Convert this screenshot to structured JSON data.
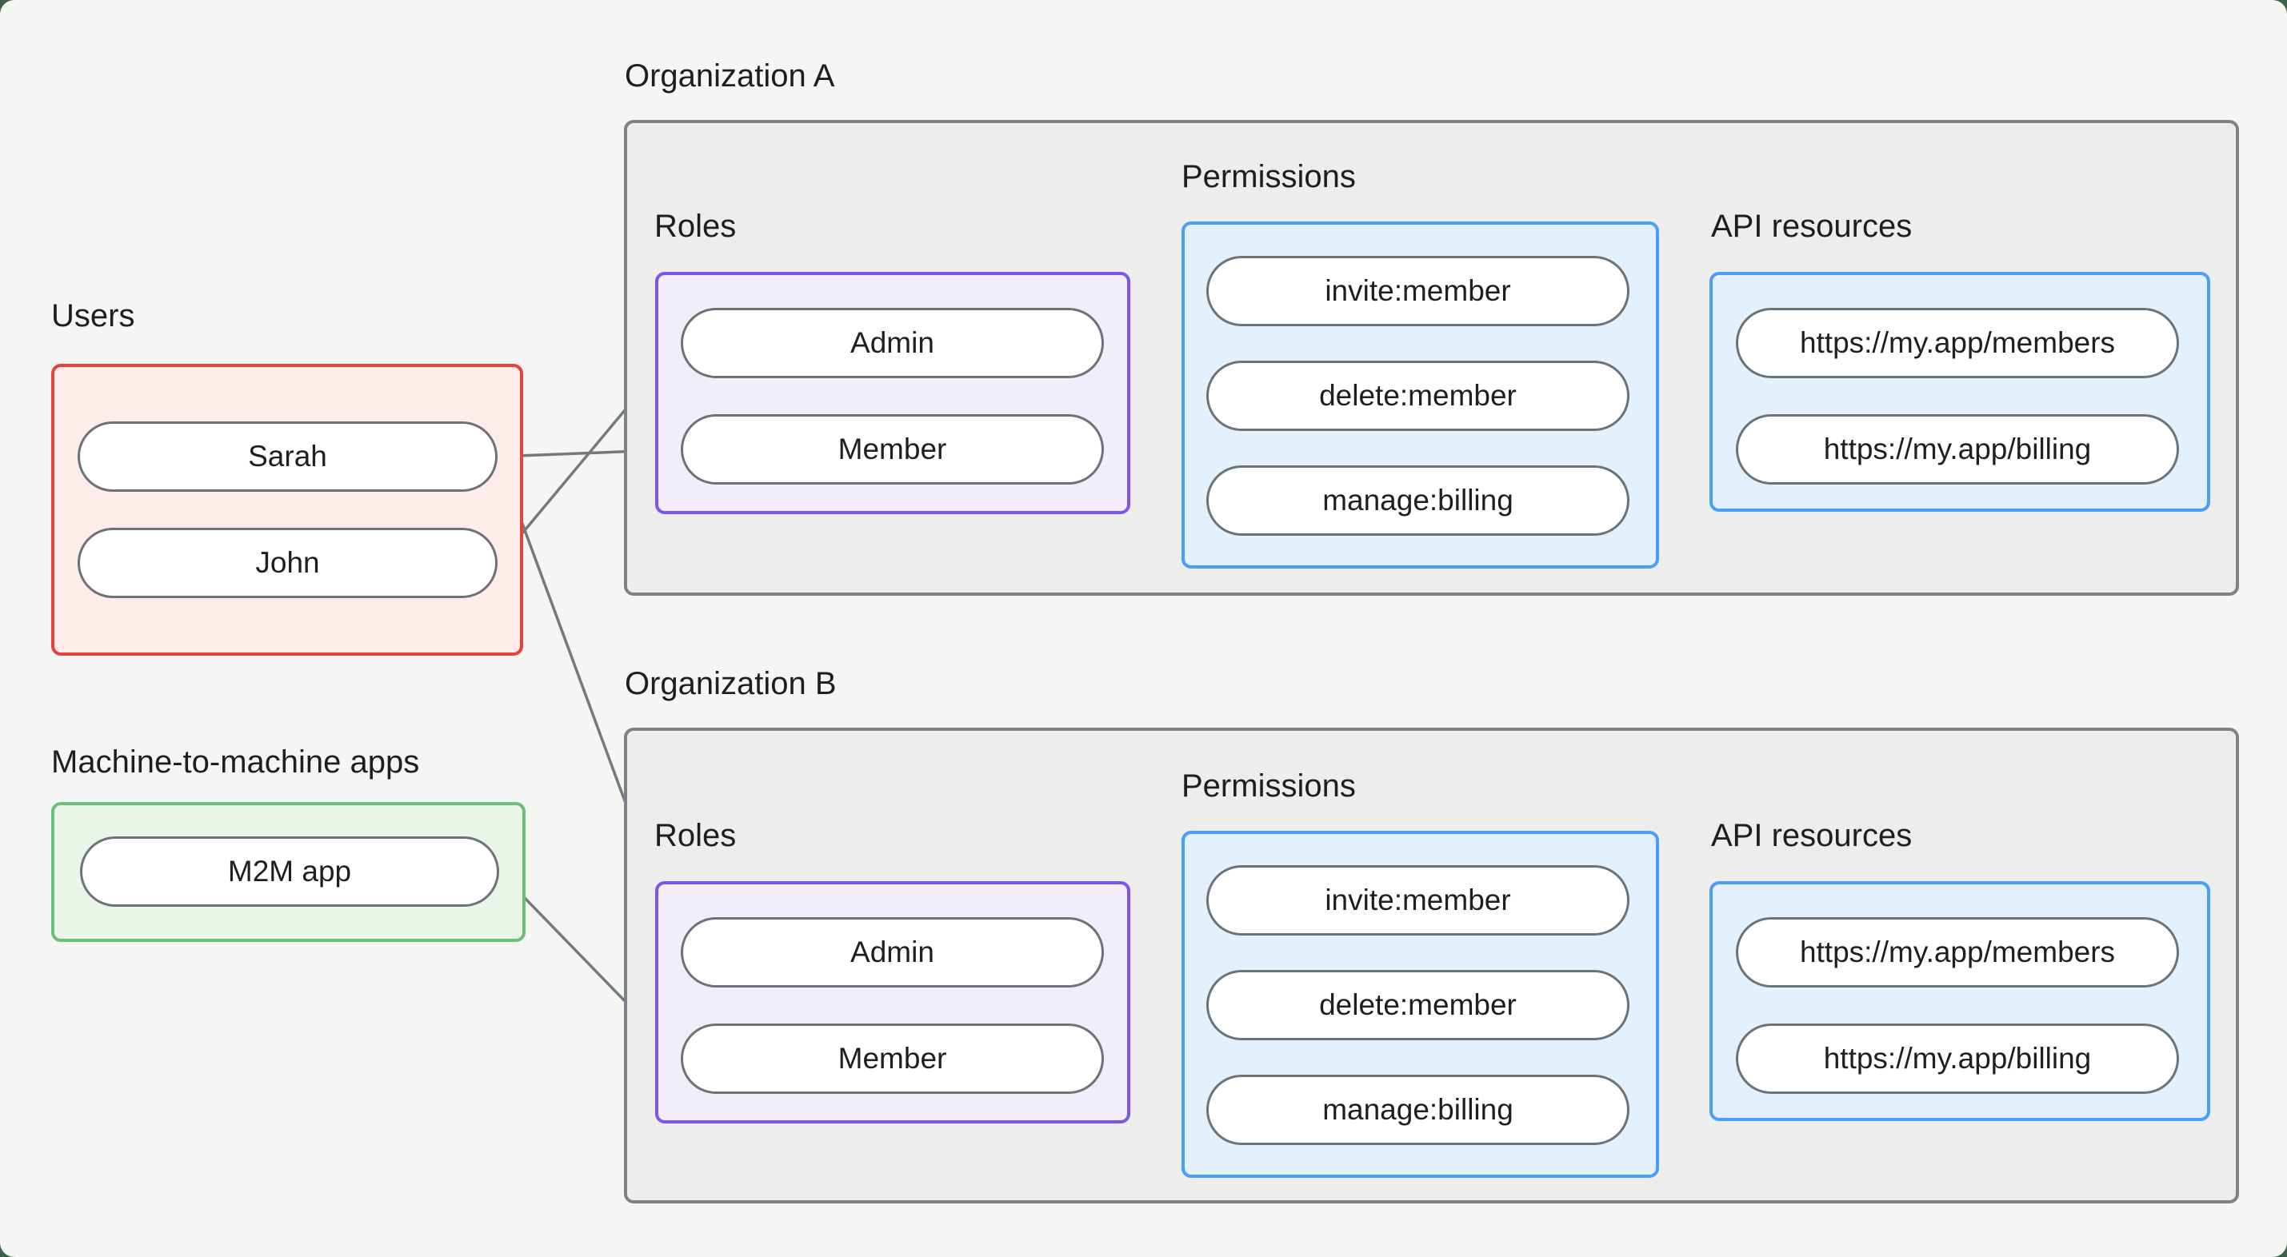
{
  "colors": {
    "outer_background": "#3f6250",
    "canvas_background": "#f5f6f4",
    "org_fill": "#ededec",
    "org_border": "#7d8286",
    "users_fill": "#fdecea",
    "users_border": "#e5433a",
    "m2m_fill": "#eaf5e9",
    "m2m_border": "#6cbf78",
    "roles_fill": "#f2edfb",
    "roles_border": "#7c55f0",
    "permissions_fill": "#e3f0fd",
    "permissions_border": "#4a9df8",
    "node_fill": "#ffffff",
    "node_border": "#6d7276",
    "edge_color": "#74797d",
    "text_color": "#1b1f22"
  },
  "users_section": {
    "label": "Users",
    "items": [
      {
        "label": "Sarah"
      },
      {
        "label": "John"
      }
    ]
  },
  "m2m_section": {
    "label": "Machine-to-machine apps",
    "items": [
      {
        "label": "M2M app"
      }
    ]
  },
  "organizations": [
    {
      "label": "Organization A",
      "roles": {
        "label": "Roles",
        "items": [
          {
            "label": "Admin"
          },
          {
            "label": "Member"
          }
        ]
      },
      "permissions": {
        "label": "Permissions",
        "items": [
          {
            "label": "invite:member"
          },
          {
            "label": "delete:member"
          },
          {
            "label": "manage:billing"
          }
        ]
      },
      "api_resources": {
        "label": "API resources",
        "items": [
          {
            "label": "https://my.app/members"
          },
          {
            "label": "https://my.app/billing"
          }
        ]
      }
    },
    {
      "label": "Organization B",
      "roles": {
        "label": "Roles",
        "items": [
          {
            "label": "Admin"
          },
          {
            "label": "Member"
          }
        ]
      },
      "permissions": {
        "label": "Permissions",
        "items": [
          {
            "label": "invite:member"
          },
          {
            "label": "delete:member"
          },
          {
            "label": "manage:billing"
          }
        ]
      },
      "api_resources": {
        "label": "API resources",
        "items": [
          {
            "label": "https://my.app/members"
          },
          {
            "label": "https://my.app/billing"
          }
        ]
      }
    }
  ],
  "connections": [
    {
      "from": "user-sarah",
      "to": "org-a-role-member"
    },
    {
      "from": "user-john",
      "to": "org-a-role-admin"
    },
    {
      "from": "user-sarah",
      "to": "org-b-role-admin"
    },
    {
      "from": "m2m-app",
      "to": "org-b-role-member"
    },
    {
      "from": "org-a-role-admin",
      "to": "org-a-permission-invite-member"
    },
    {
      "from": "org-a-role-admin",
      "to": "org-a-permission-delete-member"
    },
    {
      "from": "org-a-role-member",
      "to": "org-a-permission-manage-billing"
    },
    {
      "from": "org-a-permission-invite-member",
      "to": "org-a-api-members"
    },
    {
      "from": "org-a-permission-delete-member",
      "to": "org-a-api-members"
    },
    {
      "from": "org-a-permission-manage-billing",
      "to": "org-a-api-billing"
    },
    {
      "from": "org-b-role-admin",
      "to": "org-b-permission-invite-member"
    },
    {
      "from": "org-b-role-admin",
      "to": "org-b-permission-delete-member"
    },
    {
      "from": "org-b-role-member",
      "to": "org-b-permission-manage-billing"
    },
    {
      "from": "org-b-permission-invite-member",
      "to": "org-b-api-members"
    },
    {
      "from": "org-b-permission-delete-member",
      "to": "org-b-api-members"
    },
    {
      "from": "org-b-permission-manage-billing",
      "to": "org-b-api-billing"
    }
  ]
}
